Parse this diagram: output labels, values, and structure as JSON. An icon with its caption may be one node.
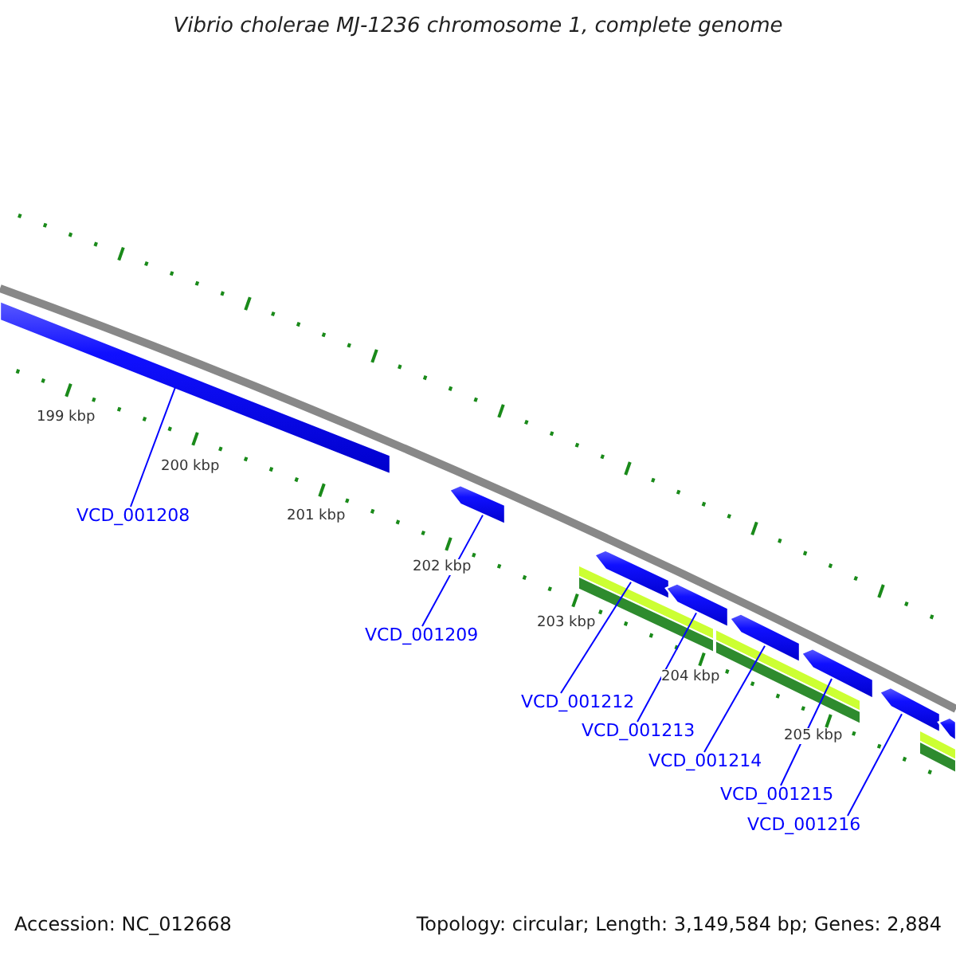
{
  "diagram": {
    "title": "Vibrio cholerae MJ-1236 chromosome 1, complete genome",
    "nodes": [
      {
        "text": [],
        "shape": "bar"
      },
      {
        "text": [],
        "shape": "bar"
      },
      {
        "text": [],
        "shape": "bar"
      },
      {
        "text": [],
        "shape": "bar"
      },
      {
        "text": [],
        "shape": "bar"
      },
      {
        "text": [],
        "shape": "bar"
      },
      {
        "text": [],
        "shape": "bar"
      },
      {
        "text": [],
        "shape": "bar"
      },
      {
        "text": [],
        "shape": "bar"
      },
      {
        "text": [],
        "shape": "bar"
      },
      {
        "text": [],
        "shape": "bar"
      },
      {
        "text": [
          "VCD_001208"
        ]
      },
      {
        "text": [
          "VCD_001209"
        ]
      },
      {
        "text": [
          "VCD_001212"
        ]
      },
      {
        "text": [
          "VCD_001213"
        ]
      },
      {
        "text": [
          "VCD_001214"
        ]
      },
      {
        "text": [
          "VCD_001215"
        ]
      },
      {
        "text": [
          "VCD_001216"
        ]
      }
    ],
    "edges": [
      {
        "from": 11,
        "to": 0,
        "arrow": "none"
      },
      {
        "from": 12,
        "to": 1,
        "arrow": "none"
      },
      {
        "from": 13,
        "to": 3,
        "arrow": "none"
      },
      {
        "from": 14,
        "to": 4,
        "arrow": "none"
      },
      {
        "from": 15,
        "to": 6,
        "arrow": "none"
      },
      {
        "from": 16,
        "to": 7,
        "arrow": "none"
      },
      {
        "from": 17,
        "to": 8,
        "arrow": "none"
      }
    ],
    "labels": [
      "199 kbp",
      "200 kbp",
      "201 kbp",
      "202 kbp",
      "203 kbp",
      "204 kbp",
      "205 kbp",
      "Accession: NC_012668",
      "Topology: circular; Length: 3,149,584 bp; Genes: 2,884"
    ]
  }
}
